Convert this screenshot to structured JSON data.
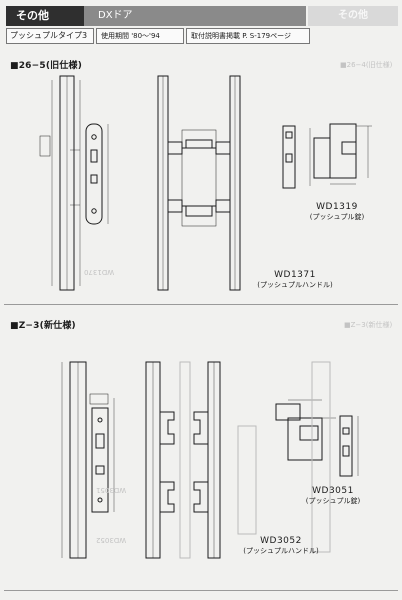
{
  "header": {
    "category": "その他",
    "product": "DXドア",
    "ghost_tab": "その他"
  },
  "subheader": {
    "type": "プッシュプルタイプ3",
    "period": "使用期間 '80〜'94",
    "page_ref": "取付説明書掲載 P. S-179ページ"
  },
  "sections": [
    {
      "title": "■26−5(旧仕様)",
      "ghost_title": "■26−4(旧仕様)",
      "items": [
        {
          "code": "WD1319",
          "desc": "(プッシュプル錠)"
        },
        {
          "code": "WD1371",
          "desc": "(プッシュプルハンドル)"
        }
      ],
      "ghost_code": "WD1370"
    },
    {
      "title": "■Z−3(新仕様)",
      "ghost_title": "■Z−3(新仕様)",
      "items": [
        {
          "code": "WD3051",
          "desc": "(プッシュプル錠)"
        },
        {
          "code": "WD3052",
          "desc": "(プッシュプルハンドル)"
        }
      ],
      "ghost_codes": [
        "WD3051",
        "WD3052"
      ]
    }
  ],
  "colors": {
    "dark_tab": "#2f2f2f",
    "grey_tab": "#8a8a8a",
    "paper": "#f1f1ef",
    "line": "#1c1c1c"
  }
}
